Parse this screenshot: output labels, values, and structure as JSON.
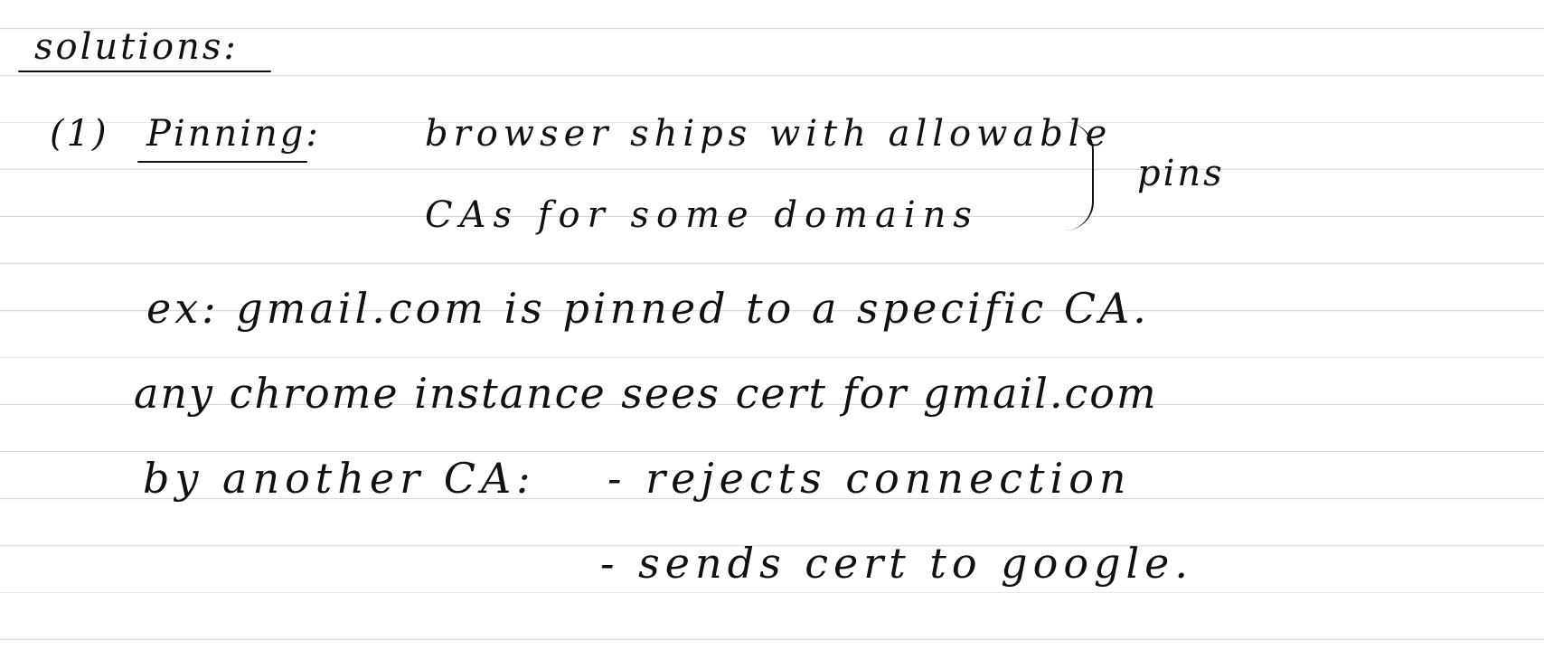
{
  "title": "solutions:",
  "item_number": "(1)",
  "item_heading": "Pinning:",
  "lines": {
    "desc_line1": "browser ships with allowable",
    "desc_line2": "CAs for some domains",
    "brace_label": "pins",
    "example_line": "ex: gmail.com is pinned to a specific CA.",
    "chrome_line": "any chrome instance sees cert for gmail.com",
    "by_line": "by another CA:",
    "reject_line": "- rejects connection",
    "send_line": "- sends cert to google."
  }
}
